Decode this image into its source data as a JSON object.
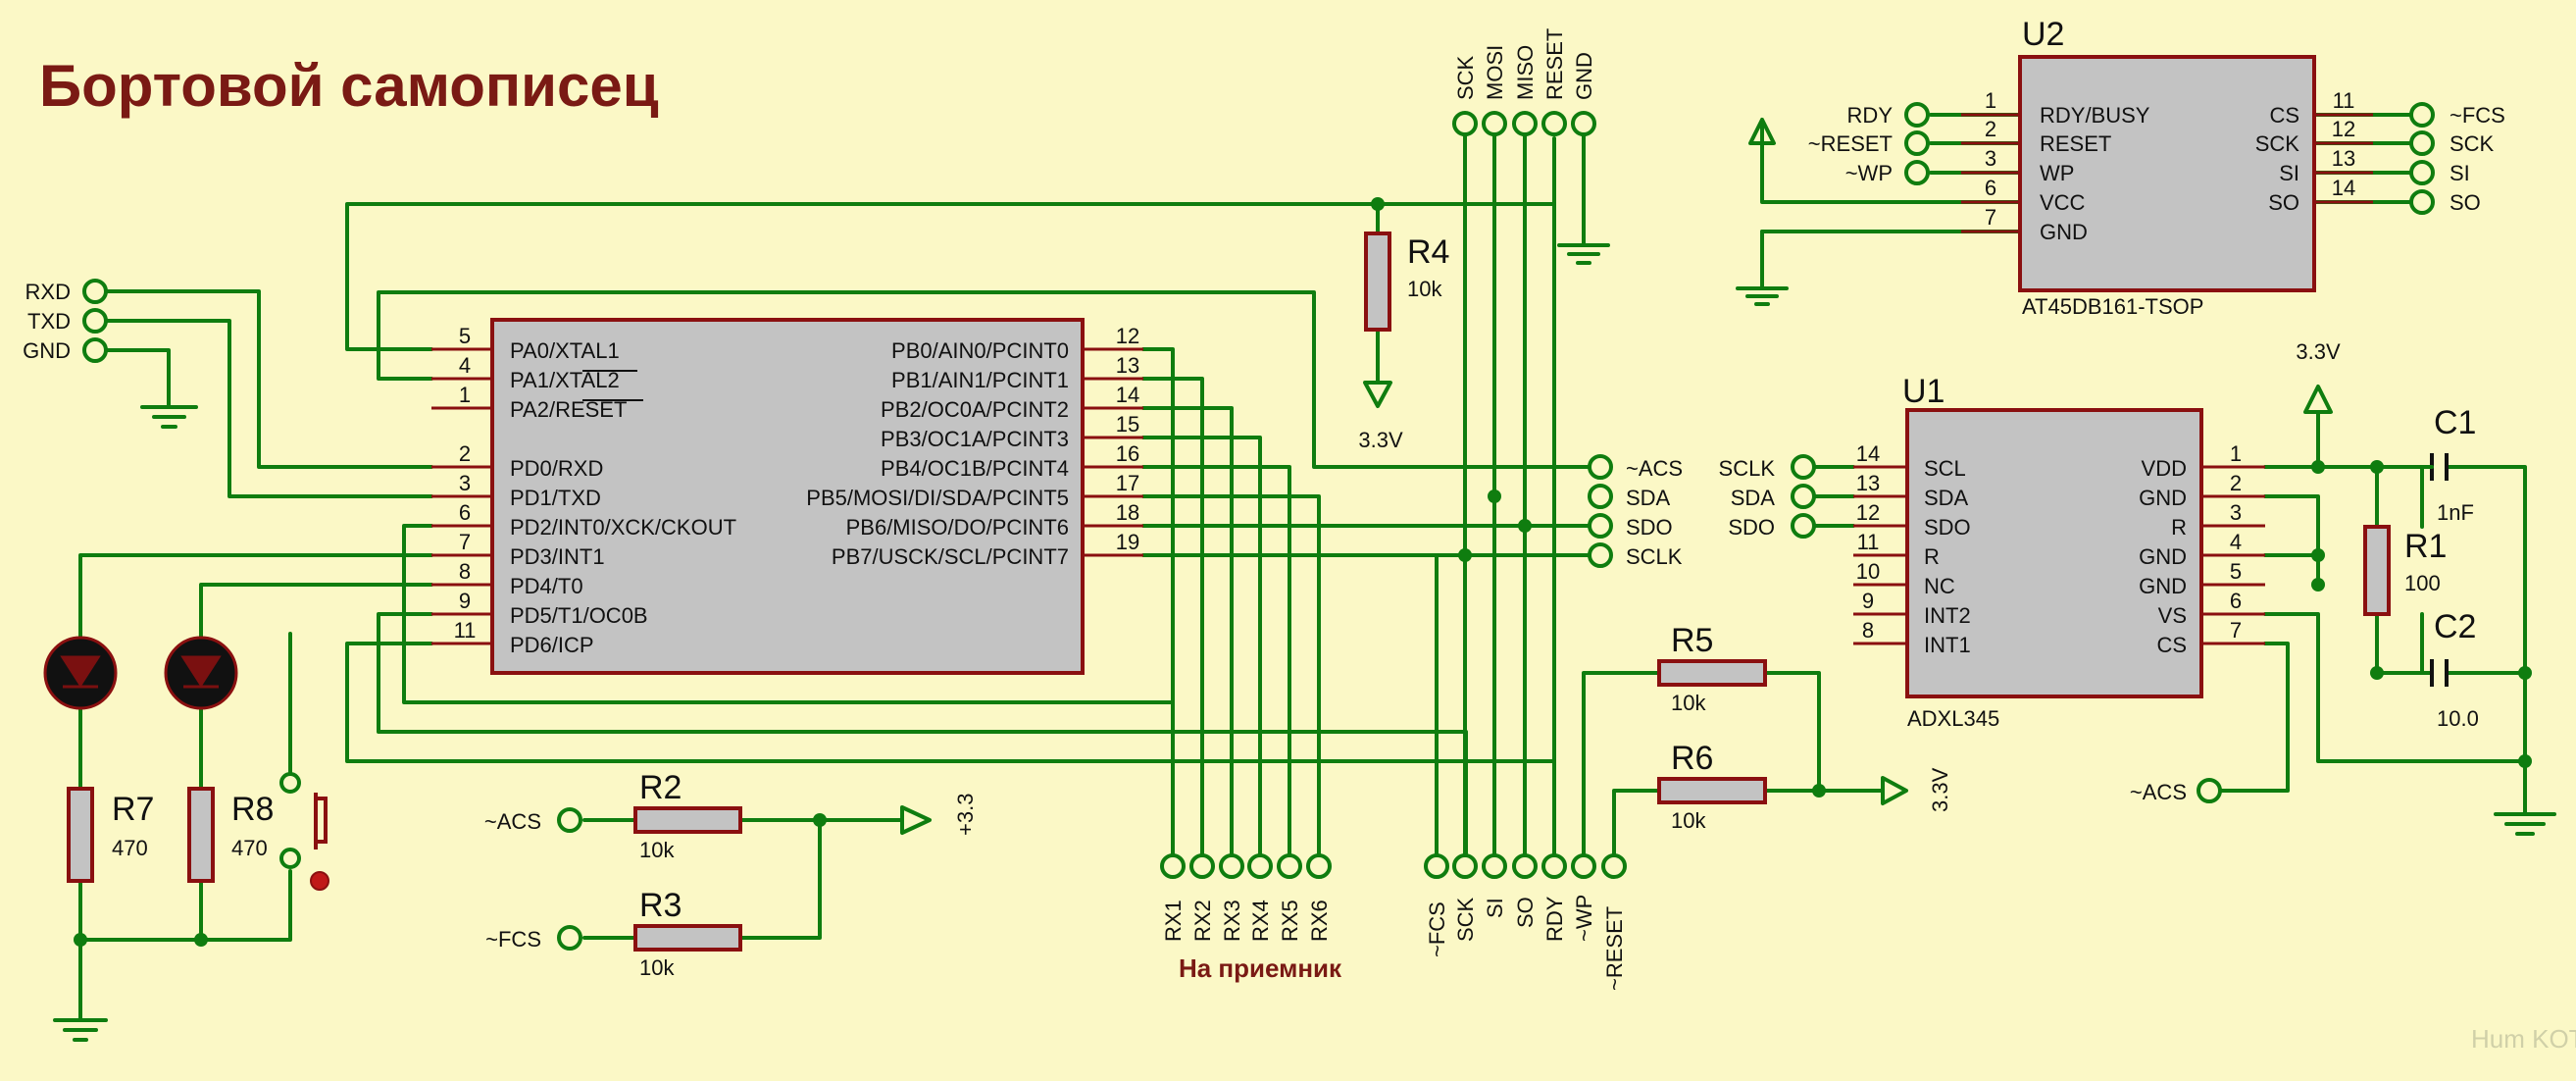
{
  "title": "Бортовой самописец",
  "receiver_caption": "На приемник",
  "watermark": "Hum KOT radiokot.ru",
  "colors": {
    "background": "#fbf8c6",
    "wire": "#0f7d0f",
    "component_outline": "#8a1010",
    "component_fill": "#c3c3c3",
    "title": "#7a1a14"
  },
  "mcu": {
    "left_pins": [
      {
        "num": "5",
        "name": "PA0/XTAL1"
      },
      {
        "num": "4",
        "name": "PA1/XTAL2"
      },
      {
        "num": "1",
        "name": "PA2/RESET"
      },
      {
        "num": "2",
        "name": "PD0/RXD"
      },
      {
        "num": "3",
        "name": "PD1/TXD"
      },
      {
        "num": "6",
        "name": "PD2/INT0/XCK/CKOUT"
      },
      {
        "num": "7",
        "name": "PD3/INT1"
      },
      {
        "num": "8",
        "name": "PD4/T0"
      },
      {
        "num": "9",
        "name": "PD5/T1/OC0B"
      },
      {
        "num": "11",
        "name": "PD6/ICP"
      }
    ],
    "right_pins": [
      {
        "num": "12",
        "name": "PB0/AIN0/PCINT0"
      },
      {
        "num": "13",
        "name": "PB1/AIN1/PCINT1"
      },
      {
        "num": "14",
        "name": "PB2/OC0A/PCINT2"
      },
      {
        "num": "15",
        "name": "PB3/OC1A/PCINT3"
      },
      {
        "num": "16",
        "name": "PB4/OC1B/PCINT4"
      },
      {
        "num": "17",
        "name": "PB5/MOSI/DI/SDA/PCINT5"
      },
      {
        "num": "18",
        "name": "PB6/MISO/DO/PCINT6"
      },
      {
        "num": "19",
        "name": "PB7/USCK/SCL/PCINT7"
      }
    ]
  },
  "u2": {
    "ref": "U2",
    "part": "AT45DB161-TSOP",
    "left_pins": [
      {
        "num": "1",
        "name": "RDY/BUSY",
        "net": "RDY"
      },
      {
        "num": "2",
        "name": "RESET",
        "net": "~RESET"
      },
      {
        "num": "3",
        "name": "WP",
        "net": "~WP"
      },
      {
        "num": "6",
        "name": "VCC",
        "net": ""
      },
      {
        "num": "7",
        "name": "GND",
        "net": ""
      }
    ],
    "right_pins": [
      {
        "num": "11",
        "name": "CS",
        "net": "~FCS"
      },
      {
        "num": "12",
        "name": "SCK",
        "net": "SCK"
      },
      {
        "num": "13",
        "name": "SI",
        "net": "SI"
      },
      {
        "num": "14",
        "name": "SO",
        "net": "SO"
      }
    ]
  },
  "u1": {
    "ref": "U1",
    "part": "ADXL345",
    "left_pins": [
      {
        "num": "14",
        "name": "SCL",
        "net": "SCLK"
      },
      {
        "num": "13",
        "name": "SDA",
        "net": "SDA"
      },
      {
        "num": "12",
        "name": "SDO",
        "net": "SDO"
      },
      {
        "num": "11",
        "name": "R",
        "net": ""
      },
      {
        "num": "10",
        "name": "NC",
        "net": ""
      },
      {
        "num": "9",
        "name": "INT2",
        "net": ""
      },
      {
        "num": "8",
        "name": "INT1",
        "net": ""
      }
    ],
    "right_pins": [
      {
        "num": "1",
        "name": "VDD"
      },
      {
        "num": "2",
        "name": "GND"
      },
      {
        "num": "3",
        "name": "R"
      },
      {
        "num": "4",
        "name": "GND"
      },
      {
        "num": "5",
        "name": "GND"
      },
      {
        "num": "6",
        "name": "VS"
      },
      {
        "num": "7",
        "name": "CS"
      }
    ]
  },
  "header_top": [
    "SCK",
    "MOSI",
    "MISO",
    "RESET",
    "GND"
  ],
  "uart_header": [
    "RXD",
    "TXD",
    "GND"
  ],
  "mid_nets": [
    "~ACS",
    "SDA",
    "SDO",
    "SCLK"
  ],
  "receiver_pins": [
    "RX1",
    "RX2",
    "RX3",
    "RX4",
    "RX5",
    "RX6"
  ],
  "flash_pins": [
    "~FCS",
    "SCK",
    "SI",
    "SO",
    "RDY",
    "~WP",
    "~RESET"
  ],
  "resistors": {
    "r1": {
      "ref": "R1",
      "value": "100"
    },
    "r2": {
      "ref": "R2",
      "value": "10k"
    },
    "r3": {
      "ref": "R3",
      "value": "10k"
    },
    "r4": {
      "ref": "R4",
      "value": "10k"
    },
    "r5": {
      "ref": "R5",
      "value": "10k"
    },
    "r6": {
      "ref": "R6",
      "value": "10k"
    },
    "r7": {
      "ref": "R7",
      "value": "470"
    },
    "r8": {
      "ref": "R8",
      "value": "470"
    }
  },
  "capacitors": {
    "c1": {
      "ref": "C1",
      "value": "1nF"
    },
    "c2": {
      "ref": "C2",
      "value": "10.0"
    }
  },
  "labels": {
    "v33": "3.3V",
    "v33_plus": "+3.3",
    "acs_r2": "~ACS",
    "fcs_r3": "~FCS",
    "acs_cs": "~ACS"
  }
}
